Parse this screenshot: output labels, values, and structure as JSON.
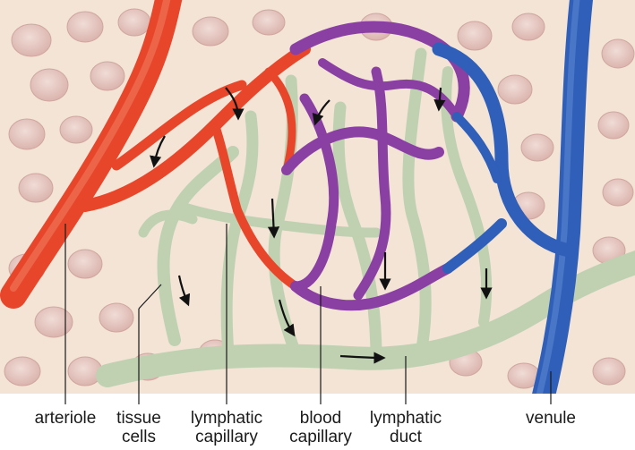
{
  "figure": {
    "colors": {
      "tissue_background": "#f3e4d6",
      "tissue_cell": "#e8c9c3",
      "arteriole_red": "#e8462b",
      "venule_blue": "#2f5fb8",
      "capillary_purple": "#8a3fa3",
      "lymphatic_green": "#bfd1b0",
      "arrow": "#111111"
    },
    "labels": {
      "arteriole": "arteriole",
      "tissue_cells": [
        "tissue",
        "cells"
      ],
      "lymphatic_capillary": [
        "lymphatic",
        "capillary"
      ],
      "blood_capillary": [
        "blood",
        "capillary"
      ],
      "lymphatic_duct": [
        "lymphatic",
        "duct"
      ],
      "venule": "venule"
    }
  }
}
